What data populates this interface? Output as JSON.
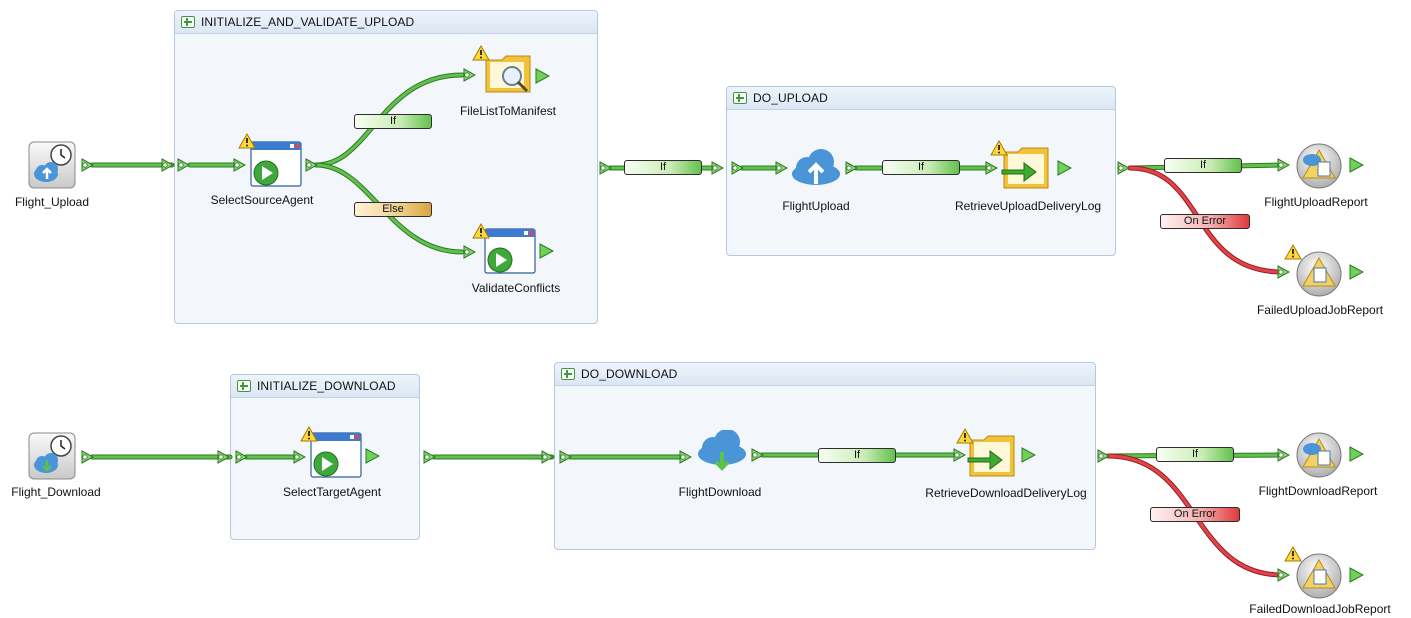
{
  "groups": {
    "init_validate": "INITIALIZE_AND_VALIDATE_UPLOAD",
    "do_upload": "DO_UPLOAD",
    "init_download": "INITIALIZE_DOWNLOAD",
    "do_download": "DO_DOWNLOAD"
  },
  "nodes": {
    "flight_upload": "Flight_Upload",
    "select_source_agent": "SelectSourceAgent",
    "file_list_to_manifest": "FileListToManifest",
    "validate_conflicts": "ValidateConflicts",
    "flight_upload_task": "FlightUpload",
    "retrieve_upload_delivery_log": "RetrieveUploadDeliveryLog",
    "flight_upload_report": "FlightUploadReport",
    "failed_upload_job_report": "FailedUploadJobReport",
    "flight_download": "Flight_Download",
    "select_target_agent": "SelectTargetAgent",
    "flight_download_task": "FlightDownload",
    "retrieve_download_delivery_log": "RetrieveDownloadDeliveryLog",
    "flight_download_report": "FlightDownloadReport",
    "failed_download_job_report": "FailedDownloadJobReport"
  },
  "conditions": {
    "if_label": "If",
    "else_label": "Else",
    "on_error_label": "On Error"
  },
  "colors": {
    "wire": "#62c14d",
    "error_wire": "#e0444a",
    "group_border": "#b6c8de",
    "group_fill": "#f3f7fb"
  }
}
